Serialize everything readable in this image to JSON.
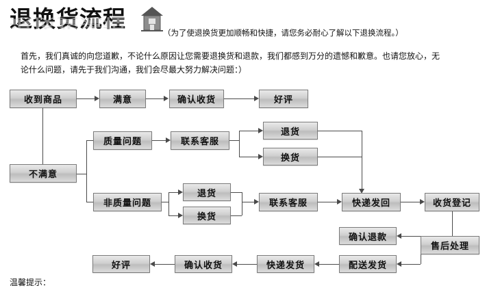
{
  "header": {
    "title": "退换货流程",
    "icon": "house-icon",
    "subtitle": "（为了使退换货更加顺畅和快捷，请您务必耐心了解以下退换流程。）",
    "intro_line1": "首先，我们真诚的向您道歉，不论什么原因让您需要退换货和退款，我们都感到万分的遗憾和歉意。也请您放心，无",
    "intro_line2": "论什么问题，请先于我们沟通，我们会尽最大努力解决问题：）"
  },
  "footer": {
    "note": "温馨提示："
  },
  "colors": {
    "box_border": "#7a7a7a",
    "box_fill_top": "#e9e9e9",
    "box_fill_bottom": "#dcdcdc",
    "line": "#4a4a4a",
    "text": "#111111",
    "reflection": "#d7d7d7"
  },
  "flow": {
    "nodes": [
      {
        "id": "n1",
        "label": "收到商品"
      },
      {
        "id": "n2",
        "label": "满意"
      },
      {
        "id": "n3",
        "label": "确认收货"
      },
      {
        "id": "n4",
        "label": "好评"
      },
      {
        "id": "n5",
        "label": "质量问题"
      },
      {
        "id": "n6",
        "label": "联系客服"
      },
      {
        "id": "n7",
        "label": "退货"
      },
      {
        "id": "n8",
        "label": "换货"
      },
      {
        "id": "n9",
        "label": "不满意"
      },
      {
        "id": "n10",
        "label": "非质量问题"
      },
      {
        "id": "n11",
        "label": "退货"
      },
      {
        "id": "n12",
        "label": "换货"
      },
      {
        "id": "n13",
        "label": "联系客服"
      },
      {
        "id": "n14",
        "label": "快递发回"
      },
      {
        "id": "n15",
        "label": "收货登记"
      },
      {
        "id": "n16",
        "label": "确认退款"
      },
      {
        "id": "n17",
        "label": "售后处理"
      },
      {
        "id": "n18",
        "label": "配送发货"
      },
      {
        "id": "n19",
        "label": "快递发货"
      },
      {
        "id": "n20",
        "label": "确认收货"
      },
      {
        "id": "n21",
        "label": "好评"
      }
    ]
  }
}
